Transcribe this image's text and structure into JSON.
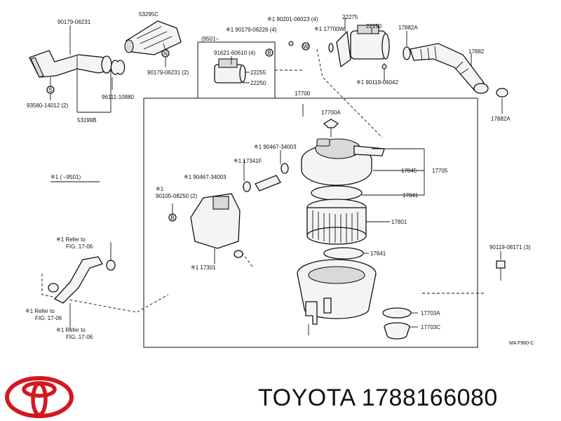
{
  "labels": {
    "l_90179_06231_a": "90179-06231",
    "l_53295c": "53295C",
    "l_90179_06231_b": "90179-06231 (2)",
    "l_93560": "93560-14012 (2)",
    "l_96111": "96111-10880",
    "l_53199b": "53199B",
    "l_90201": "※1 90201-06023 (4)",
    "l_90179_06226": "※1 90179-06226 (4)",
    "l_22275": "22275",
    "l_17700w": "※1 17700W",
    "l_22250_top": "22250",
    "l_17882a_top": "17882A",
    "l_9501": "(9501–",
    "l_91621": "91621-60610 (4)",
    "l_22255": "22255",
    "l_22250_inset": "22250",
    "l_17882": "17882",
    "l_90119_06042": "※1 90119-06042",
    "l_17882a_bot": "17882A",
    "l_17700": "17700",
    "l_17700a": "17700A",
    "l_90467_a": "※1 90467-34003",
    "l_17341f": "※1 17341F",
    "l_90467_b": "※1 90467-34003",
    "l_note1": "※1 (      –9501)",
    "l_90105_a": "※1",
    "l_90105_b": "90105-08250 (2)",
    "l_17845": "17845",
    "l_17705": "17705",
    "l_17841_a": "17841",
    "l_17801": "17801",
    "l_17841_b": "17841",
    "l_refer1_a": "※1 Refer to",
    "l_refer1_b": "FIG. 17-06",
    "l_17301": "※1 17301",
    "l_90119_08171": "90119-08171 (3)",
    "l_refer2_a": "※1 Refer to",
    "l_refer2_b": "FIG. 17-06",
    "l_refer3_a": "※1 Refer to",
    "l_refer3_b": "FIG. 17-06",
    "l_17703a": "17703A",
    "l_17703c": "17703C",
    "l_maf": "MA F960-C"
  },
  "markers": {
    "s": "S",
    "n": "N",
    "b": "B",
    "w": "W"
  },
  "caption": {
    "brand": "TOYOTA",
    "part_number": "1788166080"
  },
  "icons": {
    "logo": "toyota-logo-icon"
  },
  "colors": {
    "logo_red": "#d4181f",
    "ink": "#111111"
  }
}
